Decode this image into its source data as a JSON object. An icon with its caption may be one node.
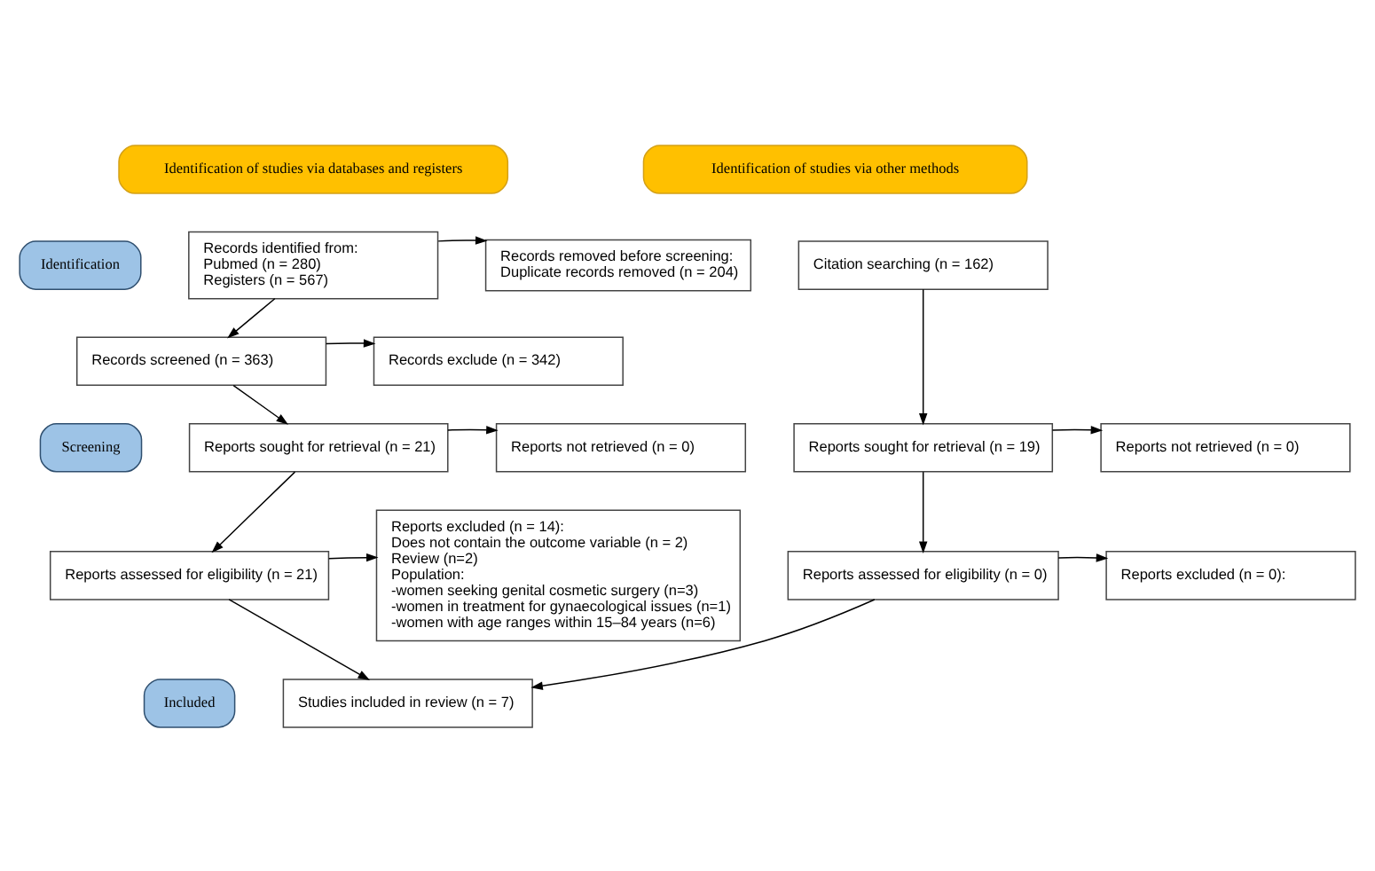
{
  "diagram": {
    "nodes": [
      {
        "text": [
          "Identification of studies via databases and registers"
        ]
      },
      {
        "text": [
          "Identification of studies via other methods"
        ]
      },
      {
        "text": [
          "Identification"
        ]
      },
      {
        "text": [
          "Records identified from:",
          "Pubmed (n = 280)",
          "Registers (n = 567)"
        ]
      },
      {
        "text": [
          "Records removed before screening:",
          "Duplicate records removed (n = 204)"
        ]
      },
      {
        "text": [
          "Citation searching (n = 162)"
        ]
      },
      {
        "text": [
          "Screening"
        ]
      },
      {
        "text": [
          "Records screened (n = 363)"
        ]
      },
      {
        "text": [
          "Records exclude (n = 342)"
        ]
      },
      {
        "text": [
          "Reports sought for retrieval (n = 21)"
        ]
      },
      {
        "text": [
          "Reports not retrieved (n = 0)"
        ]
      },
      {
        "text": [
          "Reports sought for retrieval (n = 19)"
        ]
      },
      {
        "text": [
          "Reports not retrieved (n = 0)"
        ]
      },
      {
        "text": [
          "Reports assessed for eligibility (n = 21)"
        ]
      },
      {
        "text": [
          "Reports excluded (n = 14):",
          "Does not contain the outcome variable (n = 2)",
          "Review (n=2)",
          "Population:",
          "-women seeking genital cosmetic surgery (n=3)",
          "-women in treatment for gynaecological issues (n=1)",
          "-women with age ranges within 15–84 years (n=6)"
        ]
      },
      {
        "text": [
          "Reports assessed for eligibility (n = 0)"
        ]
      },
      {
        "text": [
          "Reports excluded (n = 0):"
        ]
      },
      {
        "text": [
          "Included"
        ]
      },
      {
        "text": [
          "Studies included in review (n = 7)"
        ]
      }
    ],
    "edges": [
      {
        "from": 3,
        "to": 4,
        "arrow": "to"
      },
      {
        "from": 3,
        "to": 7,
        "arrow": "to"
      },
      {
        "from": 5,
        "to": 11,
        "arrow": "to"
      },
      {
        "from": 7,
        "to": 8,
        "arrow": "to"
      },
      {
        "from": 7,
        "to": 9,
        "arrow": "to"
      },
      {
        "from": 9,
        "to": 10,
        "arrow": "to"
      },
      {
        "from": 9,
        "to": 13,
        "arrow": "to"
      },
      {
        "from": 11,
        "to": 12,
        "arrow": "to"
      },
      {
        "from": 11,
        "to": 15,
        "arrow": "to"
      },
      {
        "from": 13,
        "to": 14,
        "arrow": "to"
      },
      {
        "from": 13,
        "to": 18,
        "arrow": "to"
      },
      {
        "from": 15,
        "to": 16,
        "arrow": "to"
      },
      {
        "from": 15,
        "to": 18,
        "arrow": "to"
      }
    ]
  }
}
